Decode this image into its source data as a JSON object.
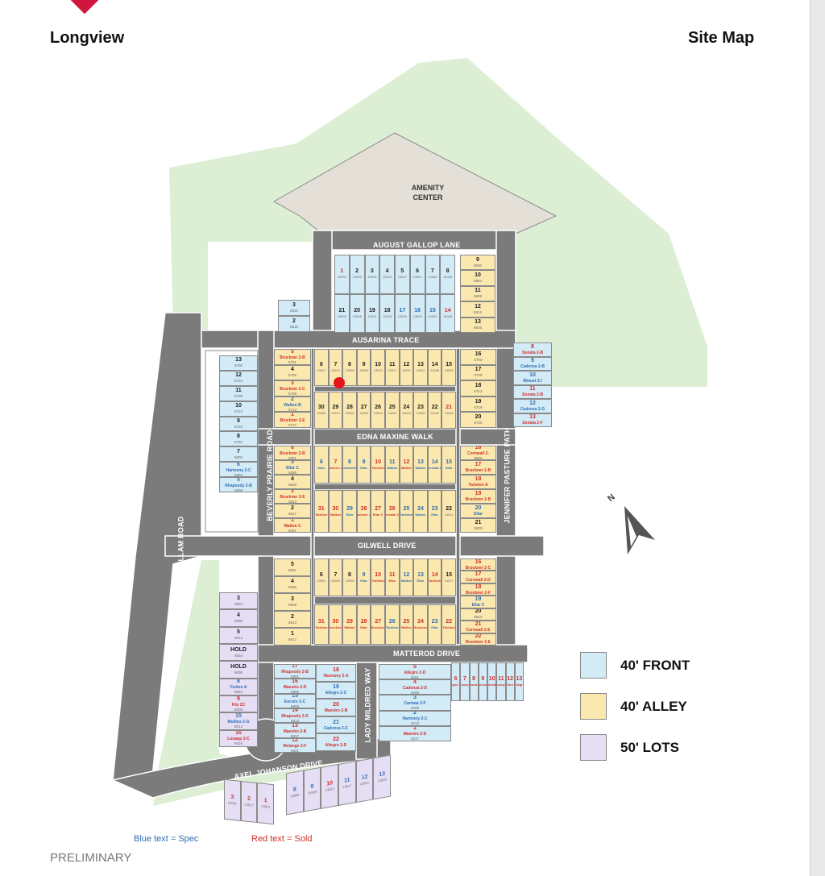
{
  "header": {
    "title": "Longview",
    "page": "Site Map"
  },
  "amenity": {
    "line1": "AMENITY",
    "line2": "CENTER"
  },
  "streets": {
    "august": "AUGUST GALLOP LANE",
    "ausarina": "AUSARINA TRACE",
    "edna": "EDNA MAXINE WALK",
    "gilwell": "GILWELL DRIVE",
    "matterod": "MATTEROD DRIVE",
    "kellam": "KELLAM ROAD",
    "beverly": "BEVERLY PRAIRIE ROAD",
    "jennifer": "JENNIFER PASTURE PATH",
    "lady": "LADY MILDRED WAY",
    "axel": "AXEL JOHANSON DRIVE"
  },
  "compass": {
    "label": "N"
  },
  "legend": [
    {
      "label": "40' FRONT",
      "color": "#d3eaf7"
    },
    {
      "label": "40' ALLEY",
      "color": "#fbe8ae"
    },
    {
      "label": "50' LOTS",
      "color": "#e6def5"
    }
  ],
  "notes": {
    "spec": "Blue text = Spec",
    "sold": "Red text = Sold",
    "preliminary": "PRELIMINARY"
  },
  "colors": {
    "spec": "#2e6fb5",
    "sold": "#d0312d",
    "road": "#7b7b7b",
    "green": "#dcefd4",
    "amenity": "#e4e0d7"
  },
  "blocks": {
    "A": {
      "type": "front",
      "lots": [
        {
          "n": "1",
          "a": "13901",
          "s": "sold"
        },
        {
          "n": "2",
          "a": "13905"
        },
        {
          "n": "3",
          "a": "13909"
        },
        {
          "n": "4",
          "a": "13913"
        },
        {
          "n": "5",
          "a": "13917"
        },
        {
          "n": "6",
          "a": "14001"
        },
        {
          "n": "7",
          "a": "14005"
        },
        {
          "n": "8",
          "a": "14009"
        },
        {
          "n": "21",
          "a": "13900"
        },
        {
          "n": "20",
          "a": "13908"
        },
        {
          "n": "19",
          "a": "13912"
        },
        {
          "n": "18",
          "a": "13916"
        },
        {
          "n": "17",
          "a": "13920",
          "s": "spec"
        },
        {
          "n": "16",
          "a": "14000",
          "s": "spec"
        },
        {
          "n": "15",
          "a": "14004",
          "s": "spec"
        },
        {
          "n": "14",
          "a": "14008",
          "s": "sold"
        }
      ]
    },
    "B": {
      "type": "alley",
      "lots": [
        {
          "n": "9",
          "a": "5800"
        },
        {
          "n": "10",
          "a": "5804"
        },
        {
          "n": "11",
          "a": "5808"
        },
        {
          "n": "12",
          "a": "5812"
        },
        {
          "n": "13",
          "a": "5816"
        }
      ]
    },
    "C": {
      "type": "front",
      "lots": [
        {
          "n": "3",
          "a": "5812"
        },
        {
          "n": "2",
          "a": "5816"
        }
      ]
    },
    "D": {
      "type": "alley",
      "lots": [
        {
          "n": "5",
          "p": "Bruckner 2-B",
          "a": "5701",
          "s": "sold"
        },
        {
          "n": "4",
          "a": "5705"
        },
        {
          "n": "3",
          "p": "Bruckner 2-C",
          "a": "5709",
          "s": "sold"
        },
        {
          "n": "2",
          "p": "Walton B",
          "a": "5713",
          "s": "spec"
        },
        {
          "n": "1",
          "p": "Bruckner 2-E",
          "a": "5717",
          "s": "sold"
        }
      ]
    },
    "E": {
      "type": "alley",
      "lots": [
        {
          "n": "6",
          "a": "13817"
        },
        {
          "n": "7",
          "a": "13901"
        },
        {
          "n": "8",
          "a": "13905"
        },
        {
          "n": "9",
          "a": "13909"
        },
        {
          "n": "10",
          "a": "13913"
        },
        {
          "n": "11",
          "a": "13917"
        },
        {
          "n": "12",
          "a": "13921"
        },
        {
          "n": "13",
          "a": "14001"
        },
        {
          "n": "14",
          "a": "14005"
        },
        {
          "n": "15",
          "a": "14009"
        }
      ]
    },
    "F": {
      "type": "alley",
      "lots": [
        {
          "n": "30",
          "a": "13908"
        },
        {
          "n": "29",
          "a": "13912"
        },
        {
          "n": "28",
          "a": "13916"
        },
        {
          "n": "27",
          "a": "13920"
        },
        {
          "n": "26",
          "a": "13924"
        },
        {
          "n": "25",
          "a": "14000"
        },
        {
          "n": "24",
          "a": "14004"
        },
        {
          "n": "23",
          "a": "14008"
        },
        {
          "n": "22",
          "a": "14012"
        },
        {
          "n": "21",
          "a": "14016",
          "s": "sold"
        }
      ]
    },
    "G": {
      "type": "alley",
      "lots": [
        {
          "n": "16",
          "a": "5700"
        },
        {
          "n": "17",
          "a": "5708"
        },
        {
          "n": "18",
          "a": "5712"
        },
        {
          "n": "19",
          "a": "5716"
        },
        {
          "n": "20",
          "a": "5720"
        }
      ]
    },
    "H": {
      "type": "front",
      "lots": [
        {
          "n": "8",
          "p": "Sonata 2-B",
          "s": "sold"
        },
        {
          "n": "9",
          "p": "Cadenza 2-B",
          "s": "spec"
        },
        {
          "n": "10",
          "p": "Minuet 2-I",
          "s": "spec"
        },
        {
          "n": "11",
          "p": "Sonata 2-B",
          "s": "sold"
        },
        {
          "n": "12",
          "p": "Cadenza 2-G",
          "s": "spec"
        },
        {
          "n": "13",
          "p": "Sonata 2-F",
          "s": "sold"
        }
      ]
    },
    "I": {
      "type": "front",
      "lots": [
        {
          "n": "13",
          "a": "5700"
        },
        {
          "n": "12",
          "a": "5704"
        },
        {
          "n": "11",
          "a": "5708"
        },
        {
          "n": "10",
          "a": "5712"
        },
        {
          "n": "9",
          "a": "5716"
        },
        {
          "n": "8",
          "a": "5720"
        },
        {
          "n": "7",
          "a": "5800"
        },
        {
          "n": "6",
          "p": "Harmony 2-C",
          "a": "5804",
          "s": "spec"
        },
        {
          "n": "5",
          "p": "Rhapsody 2-B",
          "a": "5808",
          "s": "spec"
        }
      ]
    },
    "J": {
      "type": "alley",
      "lots": [
        {
          "n": "6",
          "p": "Bruckner 2-B",
          "a": "5801",
          "s": "sold"
        },
        {
          "n": "5",
          "p": "Ellar C",
          "a": "5805",
          "s": "spec"
        },
        {
          "n": "4",
          "a": "5809"
        },
        {
          "n": "3",
          "p": "Bruckner 2-E",
          "a": "5813",
          "s": "sold"
        },
        {
          "n": "2",
          "a": "5817"
        },
        {
          "n": "1",
          "p": "Walton C",
          "a": "5821",
          "s": "sold"
        }
      ]
    },
    "K": {
      "type": "alley",
      "lots": [
        {
          "n": "6",
          "p": "Ellar",
          "s": "spec"
        },
        {
          "n": "7",
          "p": "Bruckner 2-F",
          "s": "sold"
        },
        {
          "n": "8",
          "p": "Cumberland",
          "s": "spec"
        },
        {
          "n": "9",
          "p": "Ellar",
          "s": "spec"
        },
        {
          "n": "10",
          "p": "Tarleton",
          "s": "sold"
        },
        {
          "n": "11",
          "p": "Walton",
          "s": "spec"
        },
        {
          "n": "12",
          "p": "Walton",
          "s": "sold"
        },
        {
          "n": "13",
          "p": "Walton",
          "s": "spec"
        },
        {
          "n": "14",
          "p": "Cornwall 2-C",
          "s": "spec"
        },
        {
          "n": "15",
          "p": "Ellar",
          "s": "spec"
        }
      ]
    },
    "L": {
      "type": "alley",
      "lots": [
        {
          "n": "31",
          "p": "Tarleton",
          "s": "sold"
        },
        {
          "n": "30",
          "p": "Walton",
          "s": "sold"
        },
        {
          "n": "29",
          "p": "Ellar",
          "s": "spec"
        },
        {
          "n": "28",
          "p": "Bruckner 2-F",
          "s": "sold"
        },
        {
          "n": "27",
          "p": "Ellar C",
          "s": "sold"
        },
        {
          "n": "26",
          "p": "Cornwall 2-D",
          "s": "sold"
        },
        {
          "n": "25",
          "p": "Tarleton",
          "s": "spec"
        },
        {
          "n": "24",
          "p": "Walton",
          "s": "spec"
        },
        {
          "n": "23",
          "p": "Ellar",
          "s": "spec"
        },
        {
          "n": "22",
          "a": "14012"
        }
      ]
    },
    "M": {
      "type": "alley",
      "lots": [
        {
          "n": "16",
          "p": "Cornwall 2-",
          "a": "5800",
          "s": "sold"
        },
        {
          "n": "17",
          "p": "Bruckner 2-B",
          "s": "sold"
        },
        {
          "n": "18",
          "p": "Tarleton A",
          "s": "sold"
        },
        {
          "n": "19",
          "p": "Bruckner 2-B",
          "s": "sold"
        },
        {
          "n": "20",
          "p": "Ellar",
          "s": "spec"
        },
        {
          "n": "21",
          "a": "5820"
        }
      ]
    },
    "N": {
      "type": "alley",
      "lots": [
        {
          "n": "5",
          "a": "5901"
        },
        {
          "n": "4",
          "a": "5905"
        },
        {
          "n": "3",
          "a": "5909"
        },
        {
          "n": "2",
          "a": "5913"
        },
        {
          "n": "1",
          "a": "5917"
        }
      ]
    },
    "O": {
      "type": "alley",
      "lots": [
        {
          "n": "6",
          "a": "13901"
        },
        {
          "n": "7",
          "a": "13905"
        },
        {
          "n": "8",
          "a": "13909"
        },
        {
          "n": "9",
          "p": "Ellar",
          "s": "spec"
        },
        {
          "n": "10",
          "p": "Tarleton",
          "s": "sold"
        },
        {
          "n": "11",
          "p": "Ellar",
          "s": "sold"
        },
        {
          "n": "12",
          "p": "Walton",
          "s": "spec"
        },
        {
          "n": "13",
          "p": "Ellar",
          "s": "spec"
        },
        {
          "n": "14",
          "p": "Tarleton",
          "s": "sold"
        },
        {
          "n": "15",
          "a": "14017"
        }
      ]
    },
    "P": {
      "type": "alley",
      "lots": [
        {
          "n": "31",
          "p": "Tarleton",
          "s": "sold"
        },
        {
          "n": "30",
          "p": "Bruckner",
          "s": "sold"
        },
        {
          "n": "29",
          "p": "Walton",
          "s": "sold"
        },
        {
          "n": "28",
          "p": "Ellar",
          "s": "sold"
        },
        {
          "n": "27",
          "p": "Bruckner",
          "s": "sold"
        },
        {
          "n": "26",
          "p": "Tarleton",
          "s": "spec"
        },
        {
          "n": "25",
          "p": "Walton",
          "s": "sold"
        },
        {
          "n": "24",
          "p": "Bruckner",
          "s": "sold"
        },
        {
          "n": "23",
          "p": "Ellar",
          "s": "spec"
        },
        {
          "n": "22",
          "p": "Tarleton",
          "s": "sold"
        }
      ]
    },
    "Q": {
      "type": "alley",
      "lots": [
        {
          "n": "16",
          "p": "Bruckner 2-C",
          "s": "sold"
        },
        {
          "n": "17",
          "p": "Cornwall 2-D",
          "s": "sold"
        },
        {
          "n": "18",
          "p": "Bruckner 2-F",
          "s": "sold"
        },
        {
          "n": "19",
          "p": "Ellar C",
          "s": "spec"
        },
        {
          "n": "20",
          "a": "5912"
        },
        {
          "n": "21",
          "p": "Cornwall 2-E",
          "s": "sold"
        },
        {
          "n": "22",
          "p": "Bruckner 2-E",
          "s": "sold"
        }
      ]
    },
    "R": {
      "type": "fifty",
      "lots": [
        {
          "n": "3",
          "a": "5904"
        },
        {
          "n": "4",
          "a": "5908"
        },
        {
          "n": "5",
          "a": "5912"
        },
        {
          "n": "HOLD",
          "a": "5916"
        },
        {
          "n": "HOLD",
          "a": "6000"
        },
        {
          "n": "8",
          "p": "Cotton A",
          "a": "6004",
          "s": "spec"
        },
        {
          "n": "9",
          "p": "Fitz 2C",
          "a": "6008",
          "s": "sold"
        },
        {
          "n": "15",
          "p": "Mullins 2-G",
          "a": "6012",
          "s": "spec"
        },
        {
          "n": "16",
          "p": "Louapp 2-C",
          "a": "6016",
          "s": "sold"
        }
      ]
    },
    "S1": {
      "type": "front",
      "lots": [
        {
          "n": "17",
          "p": "Rhapsody 2-B",
          "a": "6801",
          "s": "sold"
        },
        {
          "n": "16",
          "p": "Maestro 2-D",
          "a": "6805",
          "s": "sold"
        },
        {
          "n": "15",
          "p": "Encore 2-C",
          "a": "6809",
          "s": "spec"
        },
        {
          "n": "14",
          "p": "Rhapsody 2-D",
          "a": "6813",
          "s": "sold"
        },
        {
          "n": "13",
          "p": "Maestro 2-B",
          "a": "6817",
          "s": "sold"
        },
        {
          "n": "12",
          "p": "Melange 2-F",
          "a": "6821",
          "s": "sold"
        }
      ]
    },
    "S2": {
      "type": "front",
      "lots": [
        {
          "n": "18",
          "p": "Harmony 2-A",
          "s": "sold"
        },
        {
          "n": "19",
          "p": "Allegro 2-C",
          "s": "spec"
        },
        {
          "n": "20",
          "p": "Maestro 2-B",
          "s": "sold"
        },
        {
          "n": "21",
          "p": "Cadenza 2-C",
          "s": "spec"
        },
        {
          "n": "22",
          "p": "Allegro 2-D",
          "s": "sold"
        }
      ]
    },
    "T1": {
      "type": "front",
      "lots": [
        {
          "n": "5",
          "p": "Allegro 2-D",
          "a": "6201",
          "s": "sold"
        },
        {
          "n": "4",
          "p": "Cadenza 2-D",
          "a": "6205",
          "s": "sold"
        },
        {
          "n": "3",
          "p": "Cantata 2-F",
          "a": "6209",
          "s": "spec"
        },
        {
          "n": "2",
          "p": "Harmony 2-C",
          "a": "6213",
          "s": "spec"
        },
        {
          "n": "1",
          "p": "Maestro 2-D",
          "a": "6217",
          "s": "sold"
        }
      ]
    },
    "T2": {
      "type": "front",
      "lots": [
        {
          "n": "6",
          "p": "Allegro 2-C",
          "s": "sold"
        },
        {
          "n": "7",
          "p": "Harmony 2-A",
          "s": "sold"
        },
        {
          "n": "8",
          "p": "Cadenza 2-B",
          "s": "sold"
        },
        {
          "n": "9",
          "p": "Cadenza 2-C",
          "s": "sold"
        },
        {
          "n": "10",
          "p": "Maestro",
          "s": "sold"
        },
        {
          "n": "11",
          "p": "Harmony 2-C",
          "s": "sold"
        },
        {
          "n": "12",
          "p": "Maestro 2-B",
          "s": "sold"
        },
        {
          "n": "13",
          "p": "Allegro",
          "s": "sold"
        }
      ]
    },
    "U1": {
      "type": "fifty",
      "lots": [
        {
          "n": "3",
          "a": "13821",
          "s": "sold"
        },
        {
          "n": "2",
          "a": "13817",
          "s": "sold"
        },
        {
          "n": "1",
          "a": "13813",
          "s": "sold"
        }
      ]
    },
    "U2": {
      "type": "fifty",
      "lots": [
        {
          "n": "8",
          "a": "13805",
          "s": "spec"
        },
        {
          "n": "9",
          "a": "13809",
          "s": "spec"
        },
        {
          "n": "10",
          "a": "13813",
          "s": "sold"
        },
        {
          "n": "11",
          "a": "13817",
          "s": "spec"
        },
        {
          "n": "12",
          "a": "13821",
          "s": "spec"
        },
        {
          "n": "13",
          "a": "13825",
          "s": "spec"
        }
      ]
    }
  }
}
